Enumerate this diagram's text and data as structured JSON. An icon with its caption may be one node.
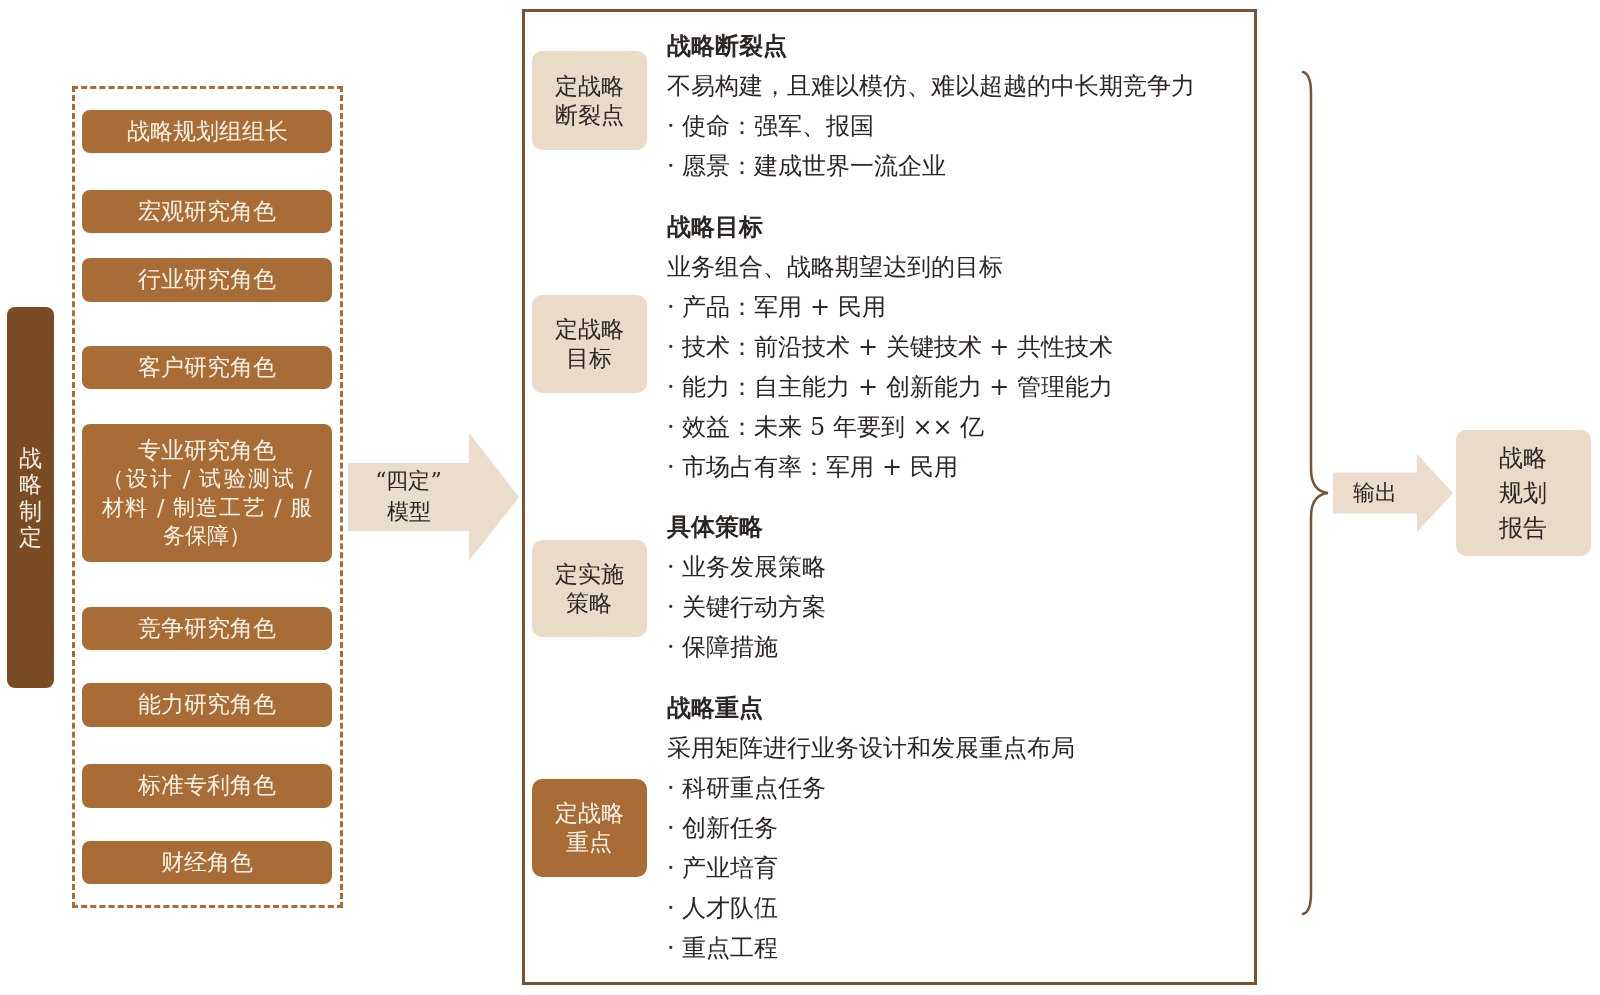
{
  "diagram": {
    "nodes": [
      {
        "text": [
          "战略制定"
        ]
      },
      {
        "text": [],
        "shape": "box"
      },
      {
        "text": [
          "战略规划组组长"
        ],
        "in": 1
      },
      {
        "text": [
          "宏观研究角色"
        ],
        "in": 1
      },
      {
        "text": [
          "行业研究角色"
        ],
        "in": 1
      },
      {
        "text": [
          "客户研究角色"
        ],
        "in": 1
      },
      {
        "text": [
          "专业研究角色",
          "（设计 / 试验测试 / 材料 / 制造工艺 / 服务保障）"
        ],
        "in": 1
      },
      {
        "text": [
          "竞争研究角色"
        ],
        "in": 1
      },
      {
        "text": [
          "能力研究角色"
        ],
        "in": 1
      },
      {
        "text": [
          "标准专利角色"
        ],
        "in": 1
      },
      {
        "text": [
          "财经角色"
        ],
        "in": 1
      },
      {
        "text": [],
        "shape": "box"
      },
      {
        "text": [
          "定战略断裂点"
        ],
        "in": 11,
        "beside": [
          "战略断裂点",
          "不易构建，且难以模仿、难以超越的中长期竞争力",
          "· 使命：强军、报国",
          "· 愿景：建成世界一流企业"
        ]
      },
      {
        "text": [
          "定战略目标"
        ],
        "in": 11,
        "beside": [
          "战略目标",
          "业务组合、战略期望达到的目标",
          "· 产品：军用 + 民用",
          "· 技术：前沿技术 + 关键技术 + 共性技术",
          "· 能力：自主能力 + 创新能力 + 管理能力",
          "· 效益：未来 5 年要到 ×× 亿",
          "· 市场占有率：军用 + 民用"
        ]
      },
      {
        "text": [
          "定实施策略"
        ],
        "in": 11,
        "beside": [
          "具体策略",
          "· 业务发展策略",
          "· 关键行动方案",
          "· 保障措施"
        ]
      },
      {
        "text": [
          "定战略重点"
        ],
        "in": 11,
        "beside": [
          "战略重点",
          "采用矩阵进行业务设计和发展重点布局",
          "· 科研重点任务",
          "· 创新任务",
          "· 产业培育",
          "· 人才队伍",
          "· 重点工程"
        ]
      },
      {
        "text": [],
        "shape": "brace"
      },
      {
        "text": [
          "战略规划报告"
        ]
      }
    ],
    "edges": [
      {
        "from": 1,
        "to": 11,
        "arrow": "to",
        "label": "“四定”模型"
      },
      {
        "from": 16,
        "to": 17,
        "arrow": "to",
        "label": "输出"
      }
    ]
  }
}
